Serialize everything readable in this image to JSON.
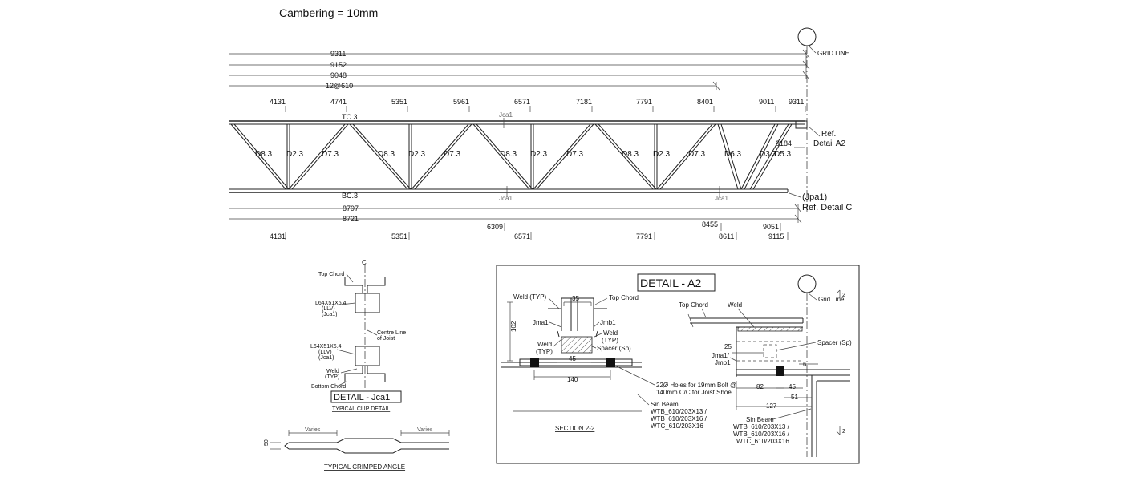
{
  "header": {
    "cambering": "Cambering = 10mm"
  },
  "elevation": {
    "top_dims": [
      {
        "value": "9311"
      },
      {
        "value": "9152"
      },
      {
        "value": "9048"
      },
      {
        "value": "12@610"
      }
    ],
    "top_chord_marks": [
      "4131",
      "4741",
      "5351",
      "5961",
      "6571",
      "7181",
      "7791",
      "8401",
      "9011",
      "9311"
    ],
    "grid_line": "GRID LINE",
    "tc_label": "TC.3",
    "bc_label": "BC.3",
    "jca_top": "Jca1",
    "jca_bottom_1": "Jca1",
    "jca_bottom_2": "Jca1",
    "diagonals": [
      "D8.3",
      "D2.3",
      "D7.3",
      "D8.3",
      "D2.3",
      "D7.3",
      "D8.3",
      "D2.3",
      "D7.3",
      "D8.3",
      "D2.3",
      "D7.3",
      "D6.3",
      "D3.3",
      "D5.3"
    ],
    "right_9184": "9184",
    "ref_a2": [
      "Ref.",
      "Detail A2"
    ],
    "ref_c": [
      "(Jpa1)",
      "Ref. Detail C"
    ],
    "bottom_dims": [
      {
        "value": "8797"
      },
      {
        "value": "8721"
      }
    ],
    "bottom_marks": [
      "4131",
      "5351",
      "6309",
      "6571",
      "7791",
      "8455",
      "8611",
      "9051",
      "9115"
    ]
  },
  "detail_jca1": {
    "title": "DETAIL - Jca1",
    "subtitle": "TYPICAL CLIP DETAIL",
    "centerline_symbol": "C",
    "top_chord": "Top Chord",
    "angle_top": [
      "L64X51X6.4",
      "(LLV)",
      "(Jca1)"
    ],
    "centre_line": [
      "Centre Line",
      "of Joist"
    ],
    "angle_bottom": [
      "L64X51X6.4",
      "(LLV)",
      "(Jca1)"
    ],
    "weld": [
      "Weld",
      "(TYP)"
    ],
    "bottom_chord": "Bottom Chord"
  },
  "crimped": {
    "title": "TYPICAL CRIMPED ANGLE",
    "varies_left": "Varies",
    "varies_right": "Varies",
    "dim": "50"
  },
  "detail_a2": {
    "title": "DETAIL - A2",
    "section": {
      "title": "SECTION 2-2",
      "weld_typ": "Weld (TYP)",
      "dim_35": "35",
      "top_chord": "Top Chord",
      "jma1": "Jma1",
      "jmb1": "Jmb1",
      "weld_r": [
        "Weld",
        "(TYP)"
      ],
      "weld_l": [
        "Weld",
        "(TYP)"
      ],
      "spacer": "Spacer (Sp)",
      "dim_102": "102",
      "dim_45": "45",
      "dim_140": "140",
      "holes": [
        "22Ø Holes for 19mm Bolt @",
        "140mm C/C for Joist Shoe"
      ],
      "sin_beam": [
        "Sin Beam",
        "WTB_610/203X13 /",
        "WTB_610/203X16 /",
        "WTC_610/203X16"
      ]
    },
    "elev": {
      "top_chord": "Top Chord",
      "weld": "Weld",
      "grid_line": "Grid Line",
      "dim_25": "25",
      "spacer": "Spacer (Sp)",
      "jma_jmb": [
        "Jma1/",
        "Jmb1"
      ],
      "dim_6": "6",
      "dim_82": "82",
      "dim_45": "45",
      "dim_51": "51",
      "dim_127": "127",
      "sin_beam": [
        "Sin Beam",
        "WTB_610/203X13 /",
        "WTB_610/203X16 /",
        "WTC_610/203X16"
      ],
      "sec_mark_top": "2",
      "sec_mark_bottom": "2"
    }
  }
}
